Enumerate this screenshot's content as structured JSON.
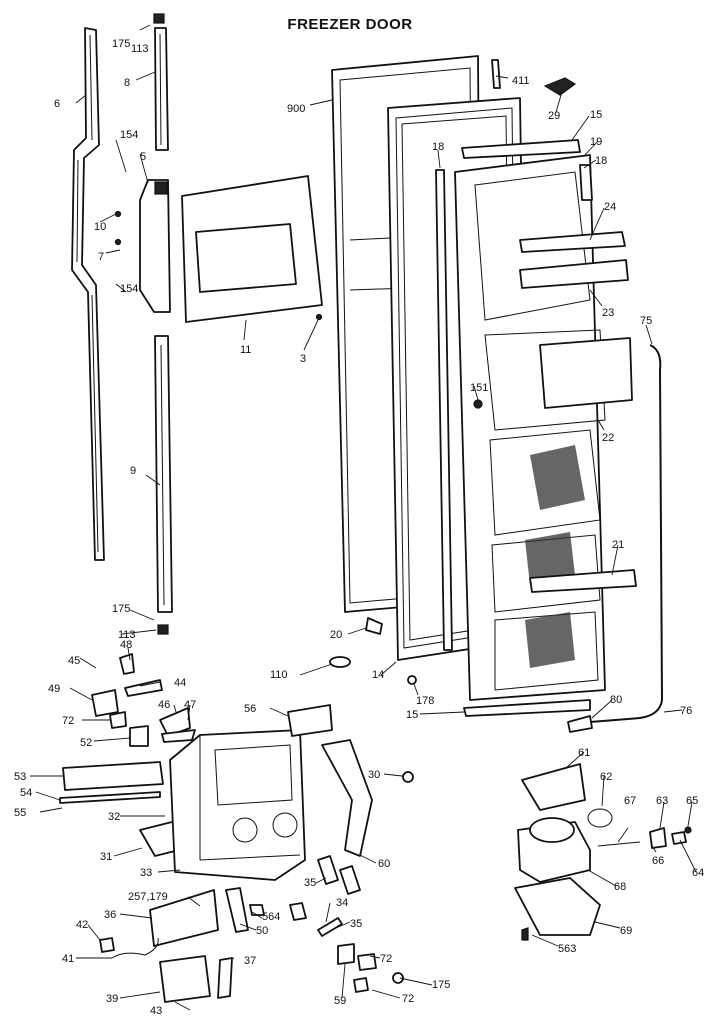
{
  "title": "FREEZER DOOR",
  "callouts": [
    {
      "id": "c175a",
      "text": "175"
    },
    {
      "id": "c113a",
      "text": "113"
    },
    {
      "id": "c8",
      "text": "8"
    },
    {
      "id": "c6",
      "text": "6"
    },
    {
      "id": "c154a",
      "text": "154"
    },
    {
      "id": "c5",
      "text": "5"
    },
    {
      "id": "c10",
      "text": "10"
    },
    {
      "id": "c7",
      "text": "7"
    },
    {
      "id": "c154b",
      "text": "154"
    },
    {
      "id": "c11",
      "text": "11"
    },
    {
      "id": "c3",
      "text": "3"
    },
    {
      "id": "c9",
      "text": "9"
    },
    {
      "id": "c175b",
      "text": "175"
    },
    {
      "id": "c113b",
      "text": "113"
    },
    {
      "id": "c900",
      "text": "900"
    },
    {
      "id": "c411",
      "text": "411"
    },
    {
      "id": "c29",
      "text": "29"
    },
    {
      "id": "c15a",
      "text": "15"
    },
    {
      "id": "c19",
      "text": "19"
    },
    {
      "id": "c18a",
      "text": "18"
    },
    {
      "id": "c18b",
      "text": "18"
    },
    {
      "id": "c24",
      "text": "24"
    },
    {
      "id": "c23",
      "text": "23"
    },
    {
      "id": "c75",
      "text": "75"
    },
    {
      "id": "c151",
      "text": "151"
    },
    {
      "id": "c22",
      "text": "22"
    },
    {
      "id": "c21",
      "text": "21"
    },
    {
      "id": "c20",
      "text": "20"
    },
    {
      "id": "c110",
      "text": "110"
    },
    {
      "id": "c14",
      "text": "14"
    },
    {
      "id": "c178",
      "text": "178"
    },
    {
      "id": "c15b",
      "text": "15"
    },
    {
      "id": "c80",
      "text": "80"
    },
    {
      "id": "c76",
      "text": "76"
    },
    {
      "id": "c48",
      "text": "48"
    },
    {
      "id": "c45",
      "text": "45"
    },
    {
      "id": "c44",
      "text": "44"
    },
    {
      "id": "c49",
      "text": "49"
    },
    {
      "id": "c46",
      "text": "46"
    },
    {
      "id": "c47",
      "text": "47"
    },
    {
      "id": "c72a",
      "text": "72"
    },
    {
      "id": "c52",
      "text": "52"
    },
    {
      "id": "c56",
      "text": "56"
    },
    {
      "id": "c53",
      "text": "53"
    },
    {
      "id": "c54",
      "text": "54"
    },
    {
      "id": "c55",
      "text": "55"
    },
    {
      "id": "c32",
      "text": "32"
    },
    {
      "id": "c30",
      "text": "30"
    },
    {
      "id": "c31",
      "text": "31"
    },
    {
      "id": "c60",
      "text": "60"
    },
    {
      "id": "c33",
      "text": "33"
    },
    {
      "id": "c35a",
      "text": "35"
    },
    {
      "id": "c257",
      "text": "257,179"
    },
    {
      "id": "c34",
      "text": "34"
    },
    {
      "id": "c36",
      "text": "36"
    },
    {
      "id": "c564",
      "text": "564"
    },
    {
      "id": "c35b",
      "text": "35"
    },
    {
      "id": "c50",
      "text": "50"
    },
    {
      "id": "c42",
      "text": "42"
    },
    {
      "id": "c41",
      "text": "41"
    },
    {
      "id": "c37",
      "text": "37"
    },
    {
      "id": "c39",
      "text": "39"
    },
    {
      "id": "c43",
      "text": "43"
    },
    {
      "id": "c61",
      "text": "61"
    },
    {
      "id": "c62",
      "text": "62"
    },
    {
      "id": "c67",
      "text": "67"
    },
    {
      "id": "c63",
      "text": "63"
    },
    {
      "id": "c65",
      "text": "65"
    },
    {
      "id": "c66",
      "text": "66"
    },
    {
      "id": "c64",
      "text": "64"
    },
    {
      "id": "c68",
      "text": "68"
    },
    {
      "id": "c69",
      "text": "69"
    },
    {
      "id": "c563",
      "text": "563"
    },
    {
      "id": "c72b",
      "text": "72"
    },
    {
      "id": "c175c",
      "text": "175"
    },
    {
      "id": "c59",
      "text": "59"
    },
    {
      "id": "c72c",
      "text": "72"
    }
  ]
}
